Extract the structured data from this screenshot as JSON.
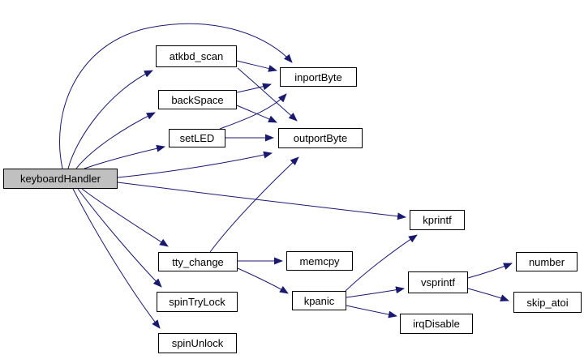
{
  "diagram": {
    "type": "call-graph",
    "root": "keyboardHandler",
    "colors": {
      "edge": "#191970",
      "node_border": "#000000",
      "node_fill": "#ffffff",
      "root_fill": "#c0c0c0",
      "text": "#000000",
      "background": "#ffffff"
    },
    "nodes": [
      {
        "id": "keyboardHandler",
        "label": "keyboardHandler",
        "highlighted": true
      },
      {
        "id": "atkbd_scan",
        "label": "atkbd_scan",
        "highlighted": false
      },
      {
        "id": "backSpace",
        "label": "backSpace",
        "highlighted": false
      },
      {
        "id": "setLED",
        "label": "setLED",
        "highlighted": false
      },
      {
        "id": "inportByte",
        "label": "inportByte",
        "highlighted": false
      },
      {
        "id": "outportByte",
        "label": "outportByte",
        "highlighted": false
      },
      {
        "id": "kprintf",
        "label": "kprintf",
        "highlighted": false
      },
      {
        "id": "tty_change",
        "label": "tty_change",
        "highlighted": false
      },
      {
        "id": "memcpy",
        "label": "memcpy",
        "highlighted": false
      },
      {
        "id": "spinTryLock",
        "label": "spinTryLock",
        "highlighted": false
      },
      {
        "id": "kpanic",
        "label": "kpanic",
        "highlighted": false
      },
      {
        "id": "vsprintf",
        "label": "vsprintf",
        "highlighted": false
      },
      {
        "id": "irqDisable",
        "label": "irqDisable",
        "highlighted": false
      },
      {
        "id": "number",
        "label": "number",
        "highlighted": false
      },
      {
        "id": "skip_atoi",
        "label": "skip_atoi",
        "highlighted": false
      },
      {
        "id": "spinUnlock",
        "label": "spinUnlock",
        "highlighted": false
      }
    ],
    "edges": [
      {
        "from": "keyboardHandler",
        "to": "atkbd_scan"
      },
      {
        "from": "keyboardHandler",
        "to": "backSpace"
      },
      {
        "from": "keyboardHandler",
        "to": "setLED"
      },
      {
        "from": "keyboardHandler",
        "to": "inportByte"
      },
      {
        "from": "keyboardHandler",
        "to": "outportByte"
      },
      {
        "from": "keyboardHandler",
        "to": "kprintf"
      },
      {
        "from": "keyboardHandler",
        "to": "tty_change"
      },
      {
        "from": "keyboardHandler",
        "to": "spinTryLock"
      },
      {
        "from": "keyboardHandler",
        "to": "spinUnlock"
      },
      {
        "from": "atkbd_scan",
        "to": "inportByte"
      },
      {
        "from": "atkbd_scan",
        "to": "outportByte"
      },
      {
        "from": "backSpace",
        "to": "inportByte"
      },
      {
        "from": "backSpace",
        "to": "outportByte"
      },
      {
        "from": "setLED",
        "to": "inportByte"
      },
      {
        "from": "setLED",
        "to": "outportByte"
      },
      {
        "from": "tty_change",
        "to": "outportByte"
      },
      {
        "from": "tty_change",
        "to": "memcpy"
      },
      {
        "from": "tty_change",
        "to": "kpanic"
      },
      {
        "from": "kpanic",
        "to": "kprintf"
      },
      {
        "from": "kpanic",
        "to": "vsprintf"
      },
      {
        "from": "kpanic",
        "to": "irqDisable"
      },
      {
        "from": "vsprintf",
        "to": "number"
      },
      {
        "from": "vsprintf",
        "to": "skip_atoi"
      }
    ]
  }
}
